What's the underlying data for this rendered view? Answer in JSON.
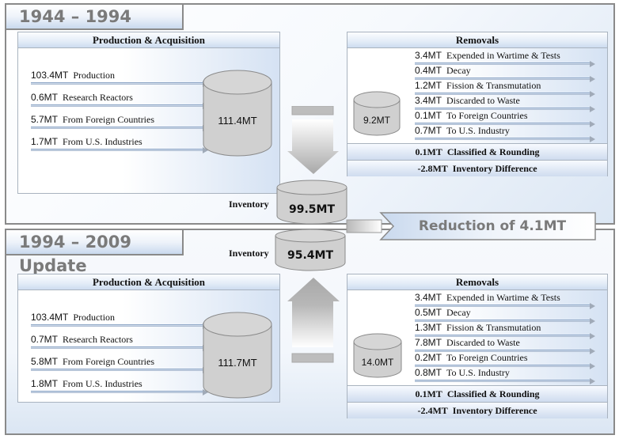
{
  "periods": [
    {
      "title": "1944 – 1994 Update",
      "production_acquisition": {
        "heading": "Production & Acquisition",
        "items": [
          {
            "value": "103.4MT",
            "label": "Production"
          },
          {
            "value": "0.6MT",
            "label": "Research Reactors"
          },
          {
            "value": "5.7MT",
            "label": "From Foreign Countries"
          },
          {
            "value": "1.7MT",
            "label": "From U.S. Industries"
          }
        ],
        "total": "111.4MT"
      },
      "removals": {
        "heading": "Removals",
        "total": "9.2MT",
        "items": [
          {
            "value": "3.4MT",
            "label": "Expended in Wartime & Tests"
          },
          {
            "value": "0.4MT",
            "label": "Decay"
          },
          {
            "value": "1.2MT",
            "label": "Fission & Transmutation"
          },
          {
            "value": "3.4MT",
            "label": "Discarded to Waste"
          },
          {
            "value": "0.1MT",
            "label": "To Foreign Countries"
          },
          {
            "value": "0.7MT",
            "label": "To U.S. Industry"
          }
        ],
        "footers": [
          {
            "value": "0.1MT",
            "label": "Classified & Rounding"
          },
          {
            "value": "-2.8MT",
            "label": "Inventory Difference"
          }
        ]
      },
      "inventory": {
        "label": "Inventory",
        "value": "99.5MT"
      }
    },
    {
      "title": "1994 – 2009 Update",
      "production_acquisition": {
        "heading": "Production & Acquisition",
        "items": [
          {
            "value": "103.4MT",
            "label": "Production"
          },
          {
            "value": "0.7MT",
            "label": "Research Reactors"
          },
          {
            "value": "5.8MT",
            "label": "From Foreign Countries"
          },
          {
            "value": "1.8MT",
            "label": "From U.S. Industries"
          }
        ],
        "total": "111.7MT"
      },
      "removals": {
        "heading": "Removals",
        "total": "14.0MT",
        "items": [
          {
            "value": "3.4MT",
            "label": "Expended in Wartime & Tests"
          },
          {
            "value": "0.5MT",
            "label": "Decay"
          },
          {
            "value": "1.3MT",
            "label": "Fission & Transmutation"
          },
          {
            "value": "7.8MT",
            "label": "Discarded to Waste"
          },
          {
            "value": "0.2MT",
            "label": "To Foreign Countries"
          },
          {
            "value": "0.8MT",
            "label": "To U.S. Industry"
          }
        ],
        "footers": [
          {
            "value": "0.1MT",
            "label": "Classified & Rounding"
          },
          {
            "value": "-2.4MT",
            "label": "Inventory Difference"
          }
        ]
      },
      "inventory": {
        "label": "Inventory",
        "value": "95.4MT"
      }
    }
  ],
  "reduction": {
    "text": "Reduction of 4.1MT"
  },
  "colors": {
    "frame_border": "#8a8a8a",
    "title_text": "#7a7a7a",
    "panel_blue": "#cddcf0",
    "cylinder_fill": "#d0d0d0"
  }
}
